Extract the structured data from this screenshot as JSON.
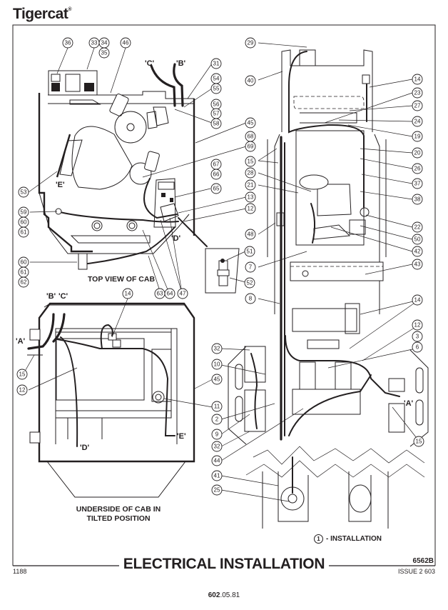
{
  "header": {
    "brand": "Tigercat",
    "registered_mark": "®"
  },
  "figure": {
    "title": "ELECTRICAL INSTALLATION",
    "figure_number": "6562B",
    "issue": "ISSUE 2 603",
    "code_left": "1188",
    "page_number_bold": "602",
    "page_number_rest": ".05.81"
  },
  "legend": {
    "symbol_number": "1",
    "text": "- INSTALLATION"
  },
  "views": {
    "top_view_caption": "TOP VIEW OF CAB",
    "underside_caption_line1": "UNDERSIDE OF CAB IN",
    "underside_caption_line2": "TILTED POSITION"
  },
  "connection_labels": {
    "A_under": "'A'",
    "B_under": "'B'",
    "C_under": "'C'",
    "D_under": "'D'",
    "E_under": "'E'",
    "B_top": "'B'",
    "C_top": "'C'",
    "D_top": "'D'",
    "E_top": "'E'",
    "A_chassis": "'A'"
  },
  "callouts": {
    "top_view": [
      "36",
      "33",
      "34",
      "35",
      "46",
      "31",
      "54",
      "55",
      "56",
      "57",
      "58",
      "45",
      "68",
      "69",
      "67",
      "66",
      "65",
      "13",
      "12",
      "53",
      "59",
      "60",
      "61",
      "60",
      "61",
      "62",
      "63",
      "64",
      "47",
      "51",
      "52"
    ],
    "underside_view": [
      "14",
      "15",
      "12",
      "45",
      "11"
    ],
    "chassis_view": [
      "29",
      "40",
      "14",
      "23",
      "27",
      "24",
      "19",
      "20",
      "26",
      "37",
      "38",
      "15",
      "28",
      "21",
      "48",
      "22",
      "50",
      "42",
      "7",
      "43",
      "8",
      "14",
      "12",
      "3",
      "6",
      "32",
      "10",
      "2",
      "9",
      "32",
      "44",
      "41",
      "25",
      "15"
    ]
  }
}
